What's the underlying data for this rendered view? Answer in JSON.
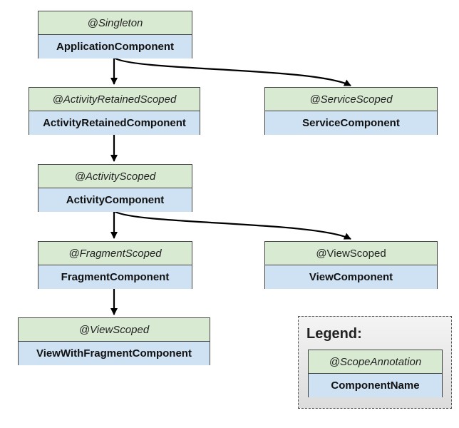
{
  "nodes": {
    "application": {
      "scope": "@Singleton",
      "component": "ApplicationComponent"
    },
    "activity_retained": {
      "scope": "@ActivityRetainedScoped",
      "component": "ActivityRetainedComponent"
    },
    "service": {
      "scope": "@ServiceScoped",
      "component": "ServiceComponent"
    },
    "activity": {
      "scope": "@ActivityScoped",
      "component": "ActivityComponent"
    },
    "fragment": {
      "scope": "@FragmentScoped",
      "component": "FragmentComponent"
    },
    "view": {
      "scope": "@ViewScoped",
      "component": "ViewComponent"
    },
    "view_with_fragment": {
      "scope": "@ViewScoped",
      "component": "ViewWithFragmentComponent"
    }
  },
  "edges": [
    {
      "from": "application",
      "to": "activity_retained"
    },
    {
      "from": "application",
      "to": "service"
    },
    {
      "from": "activity_retained",
      "to": "activity"
    },
    {
      "from": "activity",
      "to": "fragment"
    },
    {
      "from": "activity",
      "to": "view"
    },
    {
      "from": "fragment",
      "to": "view_with_fragment"
    }
  ],
  "legend": {
    "title": "Legend:",
    "scope": "@ScopeAnnotation",
    "component": "ComponentName"
  }
}
